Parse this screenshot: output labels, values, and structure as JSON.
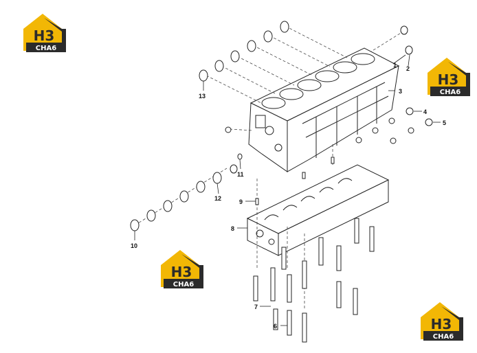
{
  "logos": [
    {
      "top": "H3",
      "bottom": "CHA6"
    },
    {
      "top": "H3",
      "bottom": "CHA6"
    },
    {
      "top": "H3",
      "bottom": "CHA6"
    },
    {
      "top": "H3",
      "bottom": "CHA6"
    }
  ],
  "callouts": {
    "c1": "1",
    "c2": "2",
    "c3": "3",
    "c4": "4",
    "c5": "5",
    "c6": "6",
    "c7": "7",
    "c8": "8",
    "c9": "9",
    "c10": "10",
    "c11": "11",
    "c12": "12",
    "c13": "13"
  },
  "colors": {
    "logo_yellow": "#f2b705",
    "logo_dark": "#2b2b2b",
    "line": "#222222"
  }
}
